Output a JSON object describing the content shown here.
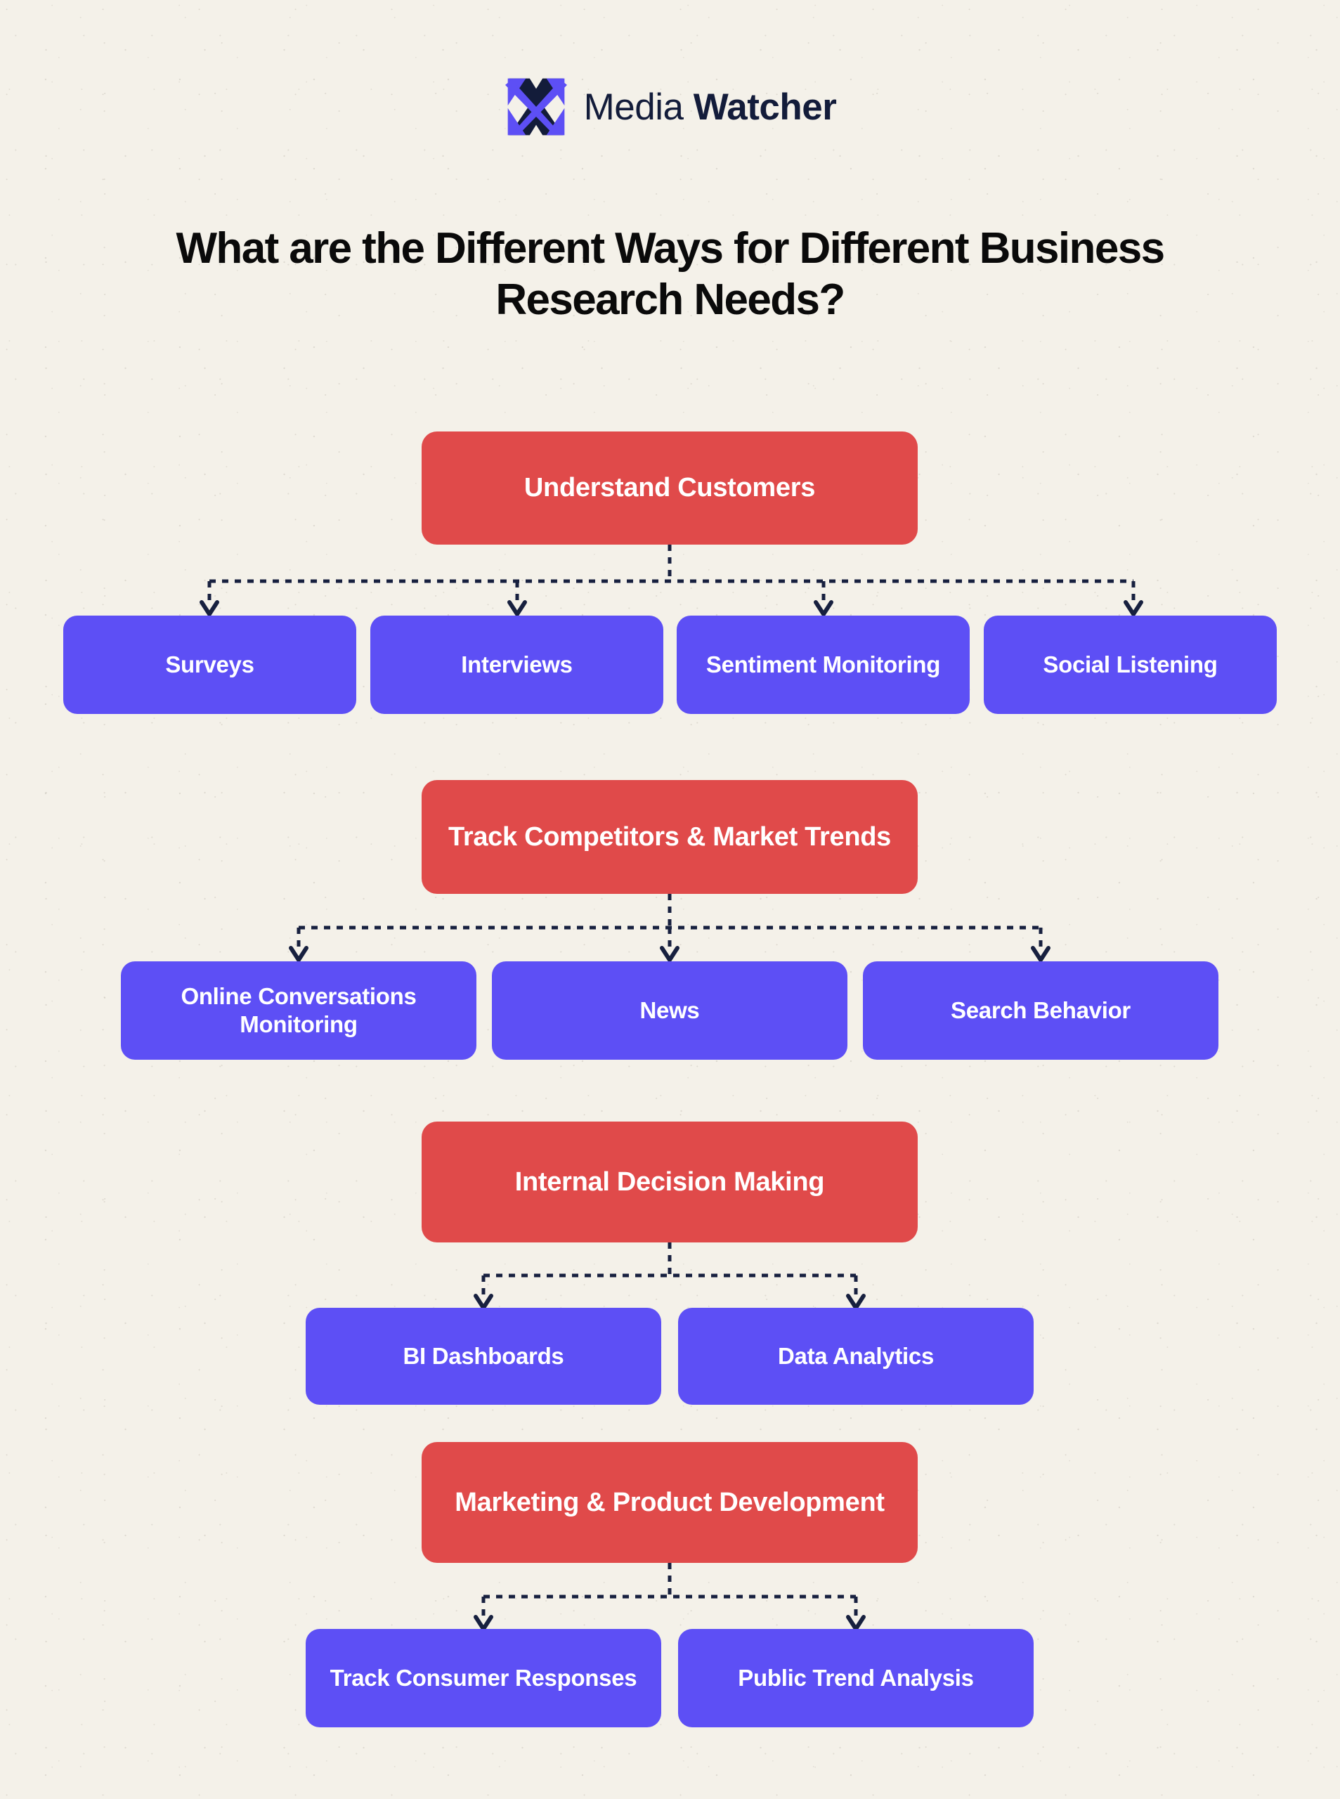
{
  "brand": {
    "name_light": "Media",
    "name_bold": "Watcher",
    "logo_icon": "x-arrows-logo-icon",
    "colors": {
      "purple": "#5D4FF5",
      "navy": "#131C3A"
    }
  },
  "title": "What are the Different Ways for Different Business Research Needs?",
  "colors": {
    "background": "#F4F1E9",
    "parent_box": "#E04A4A",
    "child_box": "#5D4FF5",
    "connector": "#17203F",
    "title_text": "#0A0A0A",
    "box_text": "#FFFFFF"
  },
  "flow": {
    "groups": [
      {
        "parent": "Understand Customers",
        "children": [
          "Surveys",
          "Interviews",
          "Sentiment Monitoring",
          "Social Listening"
        ]
      },
      {
        "parent": "Track Competitors & Market Trends",
        "children": [
          "Online Conversations Monitoring",
          "News",
          "Search Behavior"
        ]
      },
      {
        "parent": "Internal Decision Making",
        "children": [
          "BI Dashboards",
          "Data Analytics"
        ]
      },
      {
        "parent": "Marketing & Product Development",
        "children": [
          "Track Consumer Responses",
          "Public Trend Analysis"
        ]
      }
    ]
  }
}
